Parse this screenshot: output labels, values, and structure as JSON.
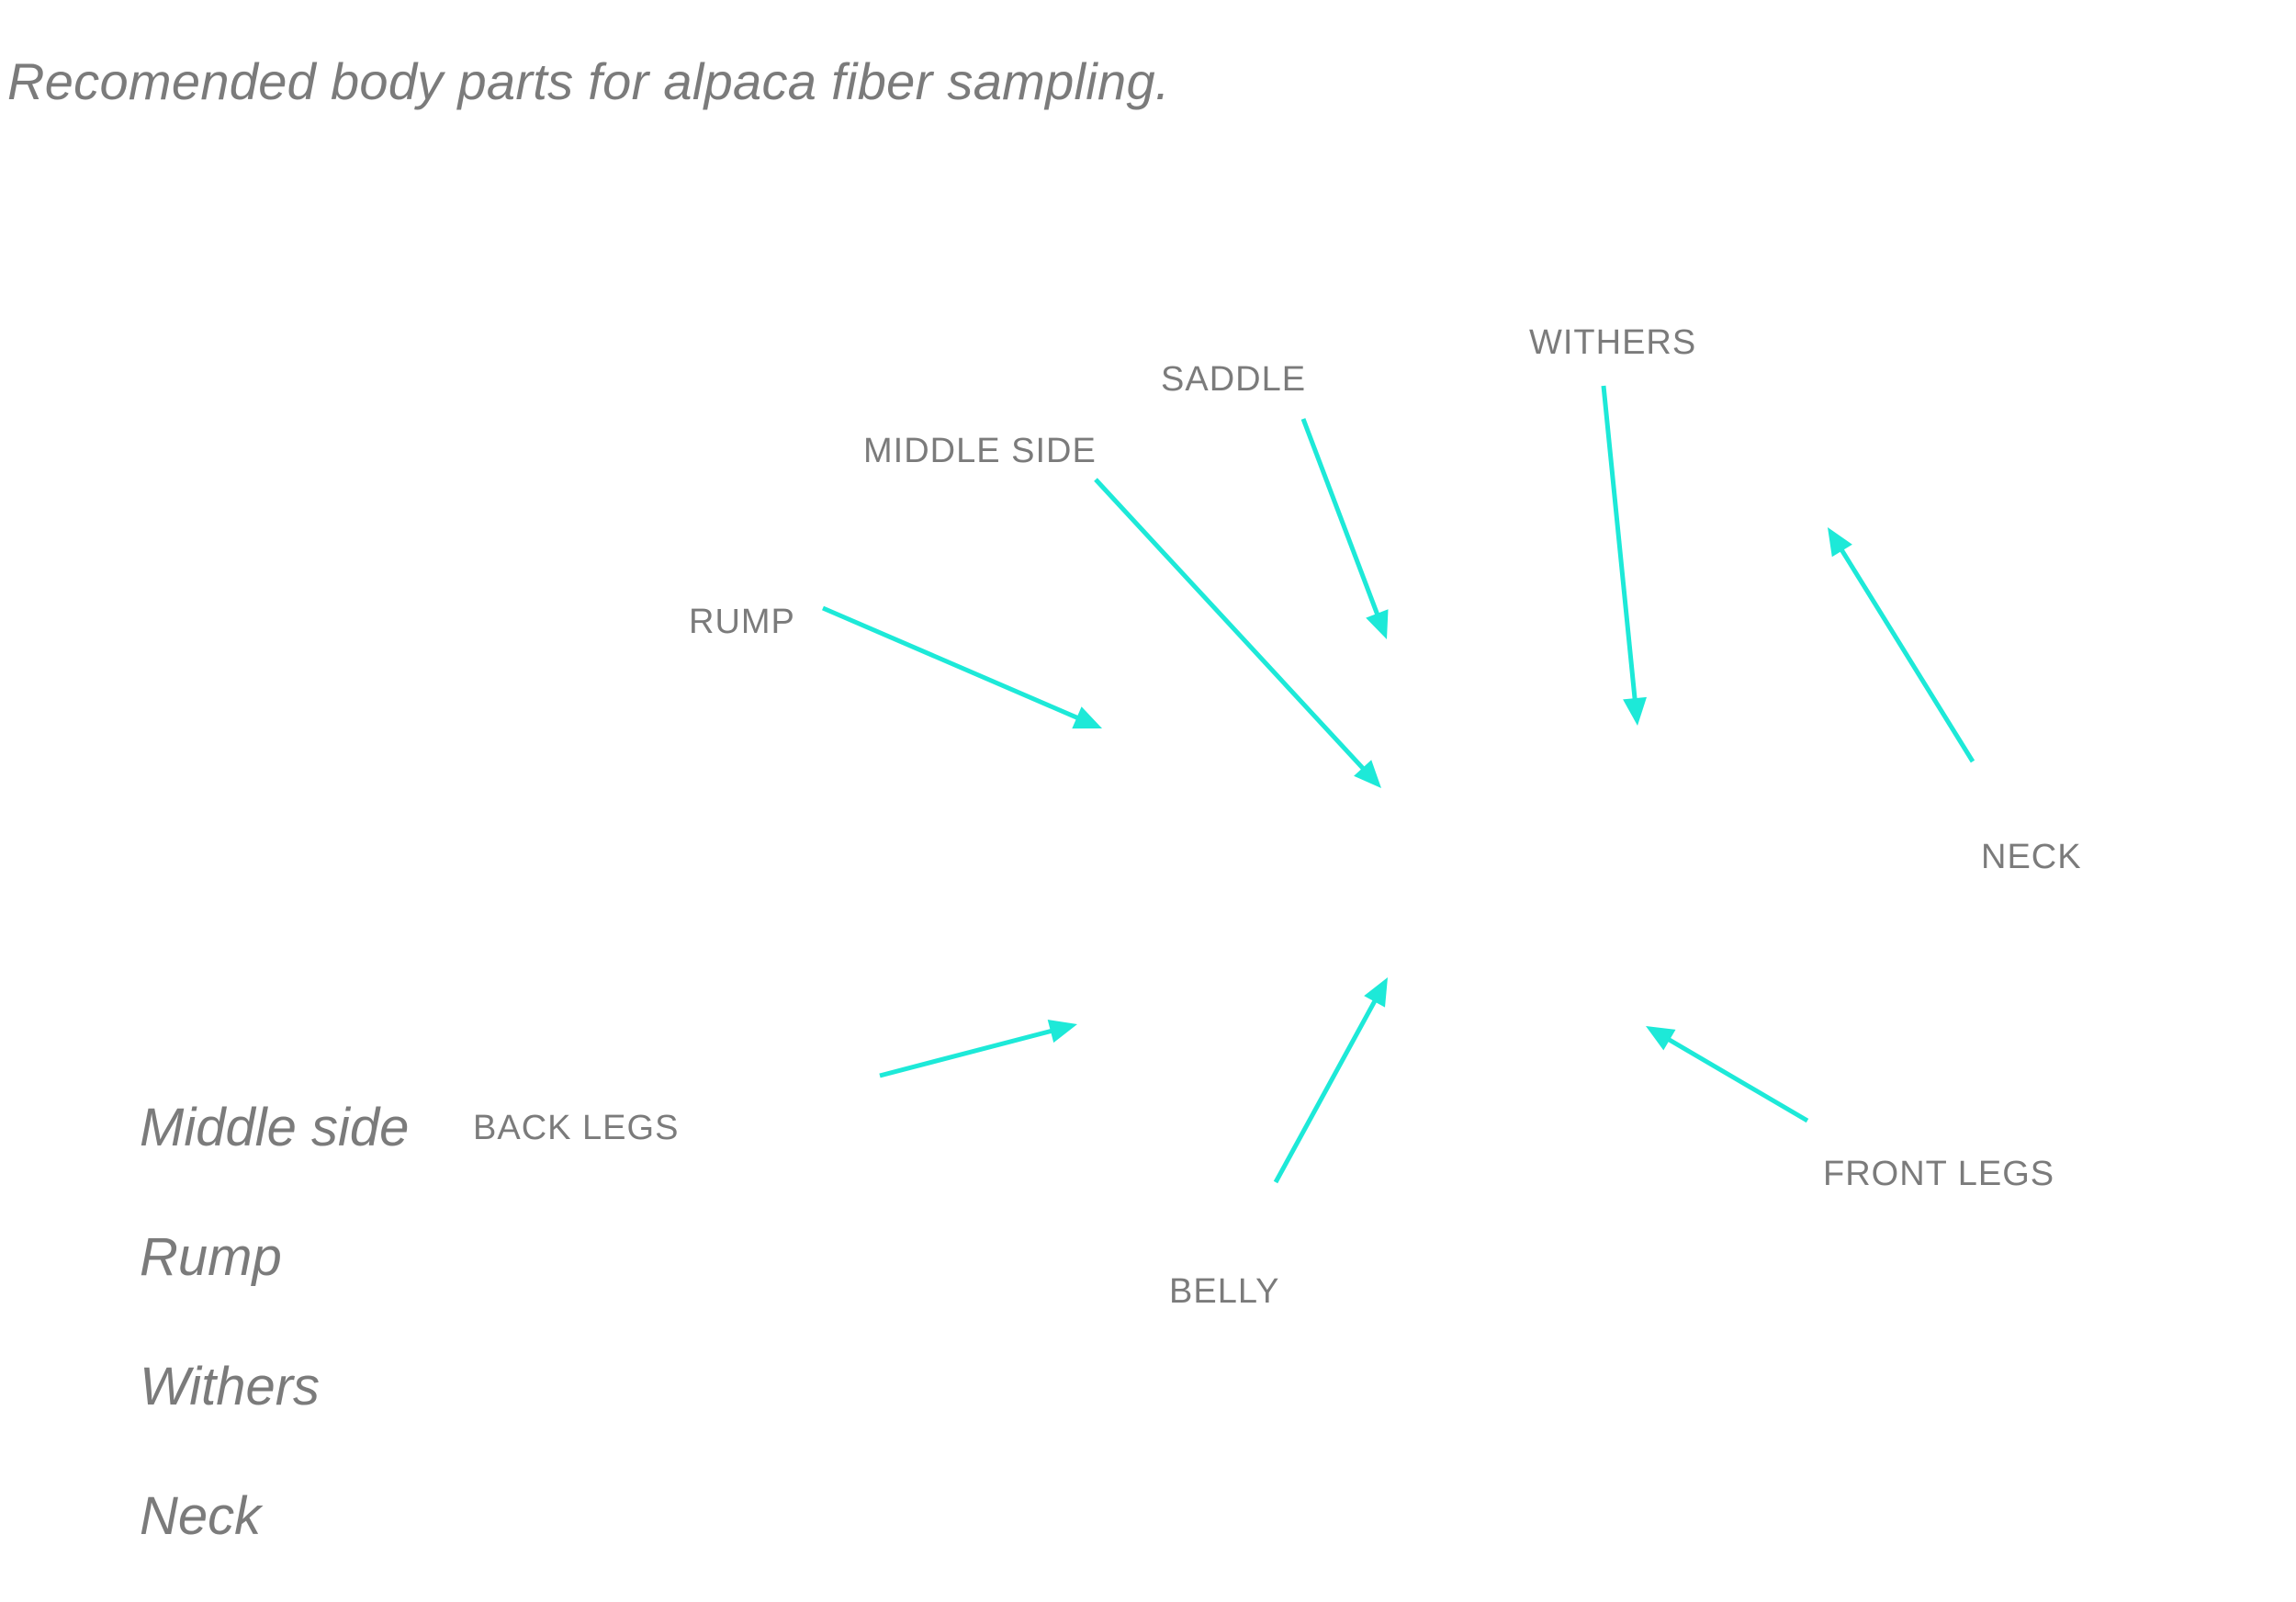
{
  "caption": "Recomended body parts for alpaca fiber sampling.",
  "labels": {
    "withers": "WITHERS",
    "saddle": "SADDLE",
    "middle_side": "MIDDLE SIDE",
    "rump": "RUMP",
    "neck": "NECK",
    "back_legs": "BACK LEGS",
    "front_legs": "FRONT LEGS",
    "belly": "BELLY"
  },
  "legend": [
    "Middle side",
    "Rump",
    "Withers",
    "Neck"
  ],
  "colors": {
    "arrow": "#1de9d8",
    "text": "#7b7b7b"
  }
}
